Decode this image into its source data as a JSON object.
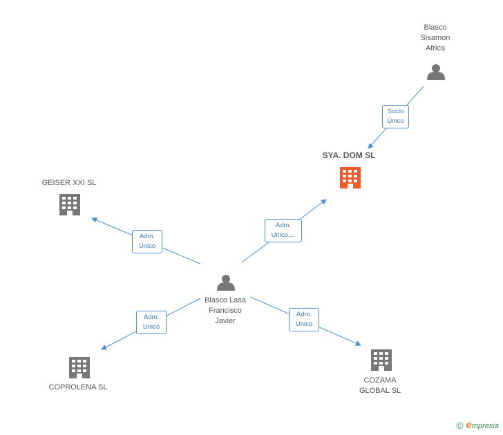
{
  "nodes": {
    "blasco_sisamon": {
      "label": "Blasco\nSisamon\nAfrica",
      "icon": "person-icon"
    },
    "sya_dom": {
      "label": "SYA. DOM SL",
      "icon": "building-icon",
      "color": "#f05a28"
    },
    "geiser": {
      "label": "GEISER XXI SL",
      "icon": "building-icon"
    },
    "blasco_lasa": {
      "label": "Blasco Lasa\nFrancisco\nJavier",
      "icon": "person-icon"
    },
    "coprolena": {
      "label": "COPROLENA SL",
      "icon": "building-icon"
    },
    "cozama": {
      "label": "COZAMA\nGLOBAL SL",
      "icon": "building-icon"
    }
  },
  "edges": {
    "socio": {
      "label": "Socio\nÚnico"
    },
    "adm_sya": {
      "label": "Adm.\nUnico,..."
    },
    "adm_geiser": {
      "label": "Adm.\nUnico"
    },
    "adm_coprolena": {
      "label": "Adm.\nUnico"
    },
    "adm_cozama": {
      "label": "Adm.\nUnico"
    }
  },
  "colors": {
    "node": "#777777",
    "focus": "#f05a28",
    "edge": "#4a90d9"
  },
  "footer": {
    "copyright": "©",
    "brand_initial": "e",
    "brand_rest": "mpresia"
  }
}
